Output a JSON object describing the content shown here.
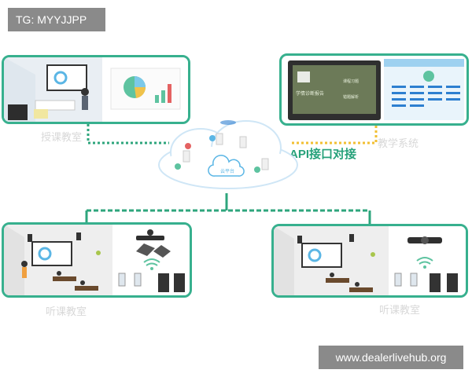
{
  "watermark_top": "TG: MYYJJPP",
  "watermark_bottom": "www.dealerlivehub.org",
  "api_label": "API接口对接",
  "captions": {
    "top_left": "授课教室",
    "top_right": "教学系统",
    "bottom_left": "听课教室",
    "bottom_right": "听课教室"
  },
  "cloud_label": "云平台",
  "laptop_screen_items": [
    "学情诊断报告",
    "课程习题",
    "错题解析"
  ],
  "colors": {
    "accent_green": "#37b08e",
    "dotted_green": "#2ea57c",
    "dotted_yellow": "#f2bf32",
    "cloud_blue": "#cfe6f6"
  }
}
